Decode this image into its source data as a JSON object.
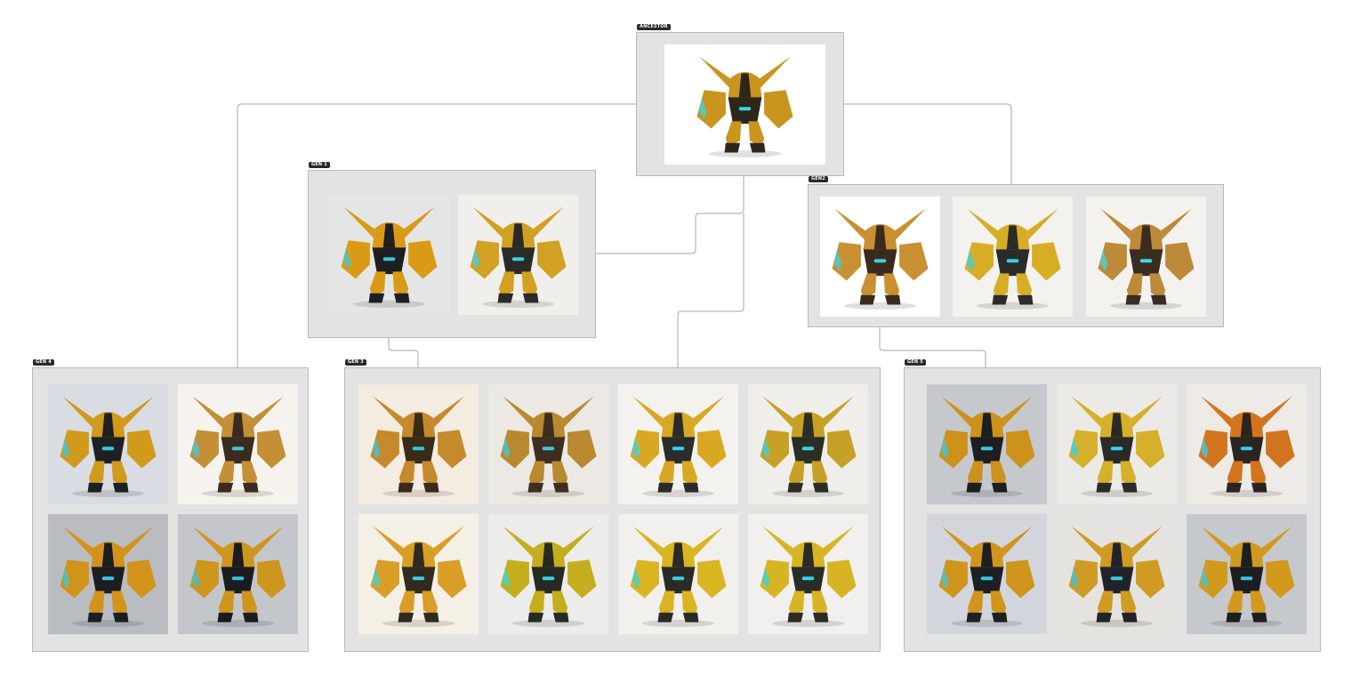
{
  "groups": {
    "ancestor": {
      "label": "ANCESTOR",
      "images": [
        {
          "bg": "#ffffff",
          "body": "#c9951f",
          "dark": "#2d261b",
          "eye": "#37d6e6"
        }
      ]
    },
    "gen1": {
      "label": "GEN 1",
      "images": [
        {
          "bg": "#e4e6e6",
          "body": "#d99b17",
          "dark": "#1e1f22",
          "eye": "#37c7e0"
        },
        {
          "bg": "#f1efec",
          "body": "#d2a122",
          "dark": "#2a2a28",
          "eye": "#3ed0e6"
        }
      ]
    },
    "gen2": {
      "label": "GEN2",
      "images": [
        {
          "bg": "#ffffff",
          "body": "#c99032",
          "dark": "#3a2a1c",
          "eye": "#3bcfe0"
        },
        {
          "bg": "#f3f2ef",
          "body": "#d8ad26",
          "dark": "#2c2b29",
          "eye": "#36cfe5"
        },
        {
          "bg": "#f4f2ef",
          "body": "#bd8a39",
          "dark": "#3b2c22",
          "eye": "#41d6dc"
        }
      ]
    },
    "gen3": {
      "label": "GEN 3",
      "images": [
        {
          "bg": "#f4ece0",
          "body": "#c48a2c",
          "dark": "#3a2a18",
          "eye": "#3bc5de"
        },
        {
          "bg": "#ece8e3",
          "body": "#b8892f",
          "dark": "#3d2e21",
          "eye": "#40c6de"
        },
        {
          "bg": "#f4f2ee",
          "body": "#d9a823",
          "dark": "#2b2b2a",
          "eye": "#35d3ea"
        },
        {
          "bg": "#f0eeea",
          "body": "#c6a125",
          "dark": "#2a2e25",
          "eye": "#3dd0e0"
        },
        {
          "bg": "#f4f0e6",
          "body": "#d99e25",
          "dark": "#302a1f",
          "eye": "#3bd0e2"
        },
        {
          "bg": "#ececea",
          "body": "#c4ae1e",
          "dark": "#262a22",
          "eye": "#38d4e0"
        },
        {
          "bg": "#f2f0ec",
          "body": "#d9b522",
          "dark": "#2a2a26",
          "eye": "#3ad0e6"
        },
        {
          "bg": "#f1f0ee",
          "body": "#d8b425",
          "dark": "#2b2b28",
          "eye": "#34d5ea"
        }
      ]
    },
    "gen4": {
      "label": "GEN 4",
      "images": [
        {
          "bg": "#d9dde3",
          "body": "#d09a1b",
          "dark": "#1f2024",
          "eye": "#38c8e0"
        },
        {
          "bg": "#f6f3ee",
          "body": "#c48f36",
          "dark": "#3a2b1f",
          "eye": "#41c8dc"
        },
        {
          "bg": "#b9bdc2",
          "body": "#d2931c",
          "dark": "#1c1d21",
          "eye": "#38c8e0"
        },
        {
          "bg": "#c3c6cb",
          "body": "#cf961d",
          "dark": "#1b1c20",
          "eye": "#37c2dc"
        }
      ]
    },
    "gen5": {
      "label": "GEN 5",
      "images": [
        {
          "bg": "#c5c9ce",
          "body": "#cd921c",
          "dark": "#1d1e22",
          "eye": "#38c8e0"
        },
        {
          "bg": "#eceae6",
          "body": "#d5b02a",
          "dark": "#2a2a26",
          "eye": "#3fd0e6"
        },
        {
          "bg": "#eeeae6",
          "body": "#d2741e",
          "dark": "#2b2420",
          "eye": "#38cfe0"
        },
        {
          "bg": "#d2d6dc",
          "body": "#d0951c",
          "dark": "#1d1f23",
          "eye": "#38c8e0"
        },
        {
          "bg": "#e4e3e0",
          "body": "#cf9b23",
          "dark": "#22232a",
          "eye": "#3cc6df"
        },
        {
          "bg": "#c5c8cc",
          "body": "#d19a1d",
          "dark": "#1d1e21",
          "eye": "#38c8e0"
        }
      ]
    }
  }
}
